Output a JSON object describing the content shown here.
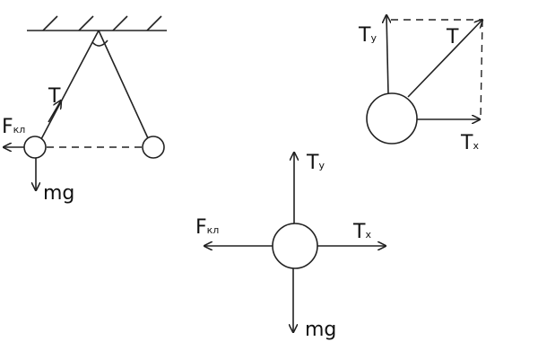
{
  "labels": {
    "pend_T": "T",
    "pend_F_main": "F",
    "pend_F_sub": "кл",
    "pend_mg": "mg",
    "vec_Ty_main": "T",
    "vec_Ty_sub": "y",
    "vec_T": "T",
    "vec_Tx_main": "T",
    "vec_Tx_sub": "x",
    "fbd_Ty_main": "T",
    "fbd_Ty_sub": "y",
    "fbd_F_main": "F",
    "fbd_F_sub": "кл",
    "fbd_Tx_main": "T",
    "fbd_Tx_sub": "x",
    "fbd_mg": "mg"
  },
  "colors": {
    "ink": "#222222",
    "background": "#ffffff"
  }
}
